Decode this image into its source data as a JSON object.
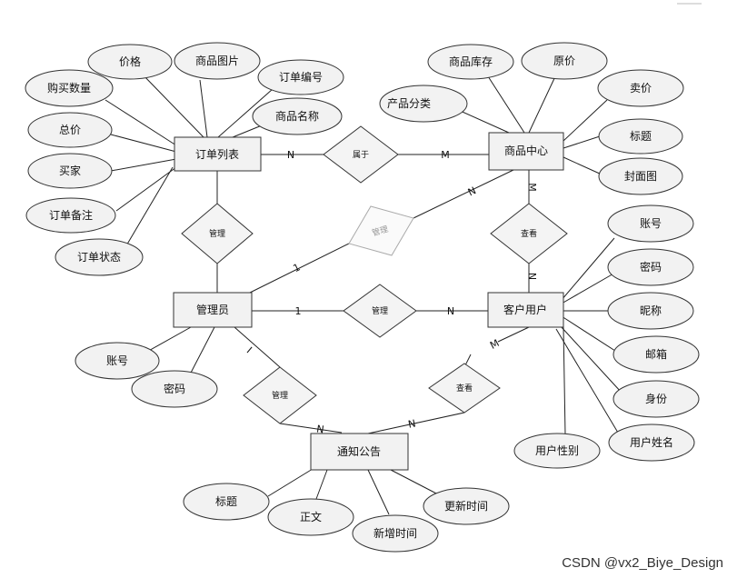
{
  "entities": {
    "order_list": "订单列表",
    "product_center": "商品中心",
    "admin": "管理员",
    "customer": "客户用户",
    "notice": "通知公告"
  },
  "relationships": {
    "belongs": "属于",
    "manage_order": "管理",
    "manage_product": "管理",
    "view_product": "查看",
    "manage_customer": "管理",
    "manage_notice": "管理",
    "view_notice": "查看"
  },
  "order_attributes": {
    "price": "价格",
    "product_image": "商品图片",
    "order_no": "订单编号",
    "product_name": "商品名称",
    "quantity": "购买数量",
    "total": "总价",
    "buyer": "买家",
    "remark": "订单备注",
    "status": "订单状态"
  },
  "product_attributes": {
    "stock": "商品库存",
    "original_price": "原价",
    "category": "产品分类",
    "sale_price": "卖价",
    "title": "标题",
    "cover": "封面图"
  },
  "customer_attributes": {
    "account": "账号",
    "password": "密码",
    "nickname": "昵称",
    "email": "邮箱",
    "id_card": "身份",
    "real_name": "用户姓名",
    "gender": "用户性别"
  },
  "admin_attributes": {
    "account": "账号",
    "password": "密码"
  },
  "notice_attributes": {
    "title": "标题",
    "body": "正文",
    "created": "新增时间",
    "updated": "更新时间"
  },
  "cardinalities": {
    "order_belongs": "N",
    "belongs_product": "M",
    "product_view": "M",
    "view_customer": "N",
    "admin_product_one": "1",
    "admin_product_n": "N",
    "admin_customer_one": "1",
    "admin_customer_n": "N",
    "admin_notice_one": "I",
    "admin_notice_n": "N",
    "customer_notice_m": "M",
    "customer_notice_n": "N"
  },
  "watermark": "CSDN @vx2_Biye_Design"
}
